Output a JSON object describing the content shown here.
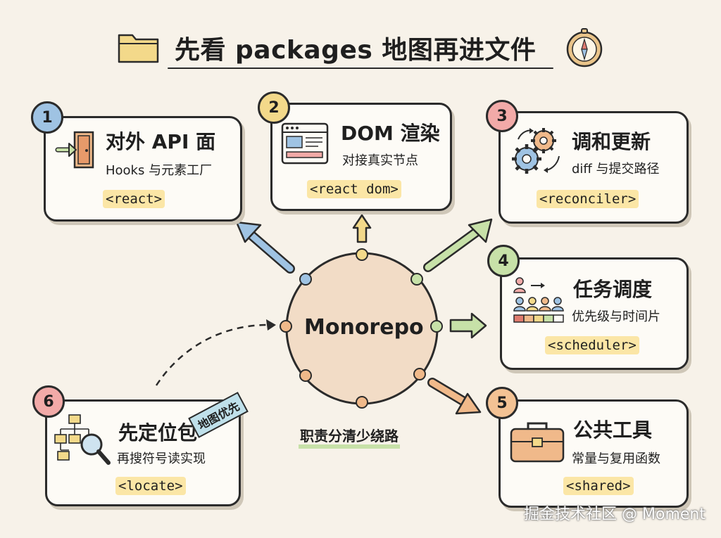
{
  "title": "先看 packages 地图再进文件",
  "center": {
    "label": "Monorepo"
  },
  "cards": [
    {
      "number": "1",
      "title": "对外 API 面",
      "subtitle": "Hooks 与元素工厂",
      "tag": "<react>",
      "badge_color": "#9fc3e3"
    },
    {
      "number": "2",
      "title": "DOM 渲染",
      "subtitle": "对接真实节点",
      "tag": "<react dom>",
      "badge_color": "#f3d98a"
    },
    {
      "number": "3",
      "title": "调和更新",
      "subtitle": "diff 与提交路径",
      "tag": "<reconciler>",
      "badge_color": "#f2aaa8"
    },
    {
      "number": "4",
      "title": "任务调度",
      "subtitle": "优先级与时间片",
      "tag": "<scheduler>",
      "badge_color": "#c7e1a8"
    },
    {
      "number": "5",
      "title": "公共工具",
      "subtitle": "常量与复用函数",
      "tag": "<shared>",
      "badge_color": "#f3c294"
    },
    {
      "number": "6",
      "title": "先定位包",
      "subtitle": "再搜符号读实现",
      "tag": "<locate>",
      "badge_color": "#f2aaa8"
    }
  ],
  "sticker": "地图优先",
  "note": "职责分清少绕路",
  "watermark": "掘金技术社区 @ Moment",
  "colors": {
    "arrow_blue": "#9fc3e3",
    "arrow_yellow": "#f3d98a",
    "arrow_green": "#c7e1a8",
    "arrow_orange": "#f0b98a",
    "circle_fill": "#f2dcc6"
  }
}
